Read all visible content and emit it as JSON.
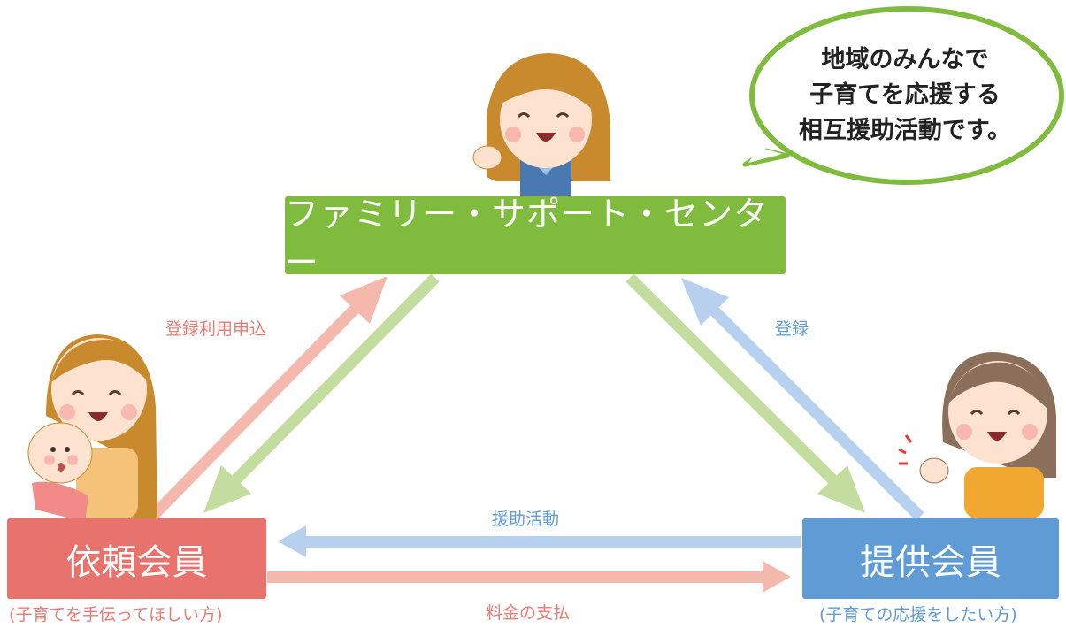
{
  "colors": {
    "center_green": "#7fbb3d",
    "requester_red": "#e8736c",
    "provider_blue": "#5f9bd4",
    "arrow_green": "#c3dd9f",
    "arrow_pink": "#f5b8ac",
    "arrow_blue": "#b6d0ee",
    "text_pink": "#ea7b72",
    "text_blue": "#5f9bd4",
    "bubble_border": "#7fbb3d"
  },
  "center": {
    "label": "ファミリー・サポート・センター"
  },
  "requester": {
    "label": "依頼会員",
    "sublabel": "(子育てを手伝ってほしい方)"
  },
  "provider": {
    "label": "提供会員",
    "sublabel": "(子育ての応援をしたい方)"
  },
  "arrows": {
    "register_use": "登録利用申込",
    "register": "登録",
    "support_activity": "援助活動",
    "fee_payment": "料金の支払"
  },
  "bubble": {
    "lines": [
      "地域のみんなで",
      "子育てを応援する",
      "相互援助活動です。"
    ]
  },
  "icons": [
    "staff-woman-icon",
    "mother-with-baby-icon",
    "helper-woman-icon"
  ]
}
